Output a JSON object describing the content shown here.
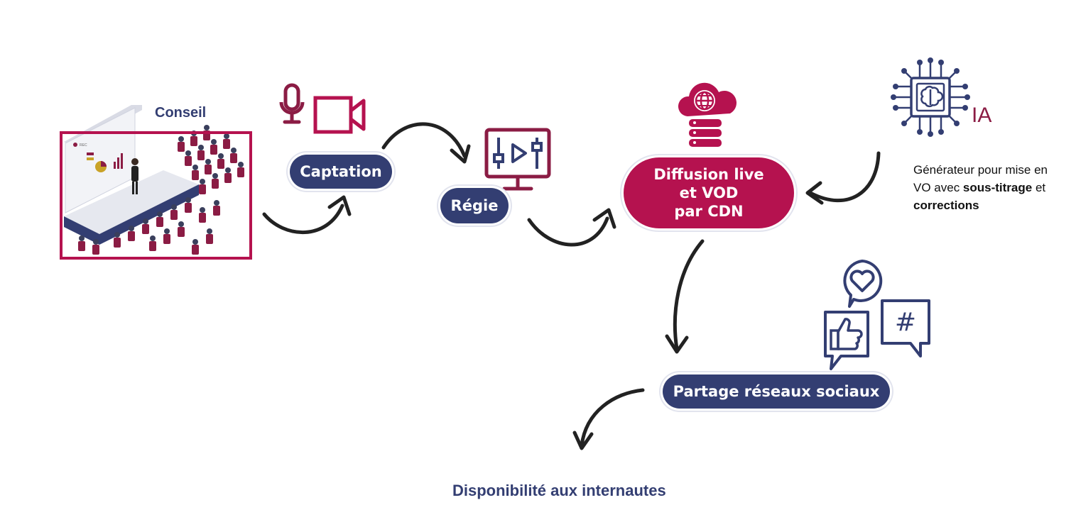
{
  "conseil": {
    "title": "Conseil",
    "rec_label": "REC"
  },
  "nodes": {
    "captation": "Captation",
    "regie": "Régie",
    "diffusion": [
      "Diffusion live",
      "et VOD",
      "par CDN"
    ],
    "partage": "Partage réseaux sociaux"
  },
  "ia": {
    "label": "IA",
    "desc_line1": "Générateur pour mise en",
    "desc_line2_prefix": "VO avec ",
    "desc_bold1": "sous-titrage",
    "desc_line2_suffix": " et",
    "desc_bold2": "corrections"
  },
  "footer": "Disponibilité aux internautes",
  "icons": [
    "microphone-icon",
    "video-camera-icon",
    "control-monitor-icon",
    "cloud-server-icon",
    "ai-chip-icon",
    "heart-bubble-icon",
    "hashtag-bubble-icon",
    "thumbs-up-bubble-icon"
  ],
  "colors": {
    "navy": "#333e72",
    "crimson": "#b5124f",
    "maroon": "#8b1c44",
    "arrow": "#222222"
  }
}
